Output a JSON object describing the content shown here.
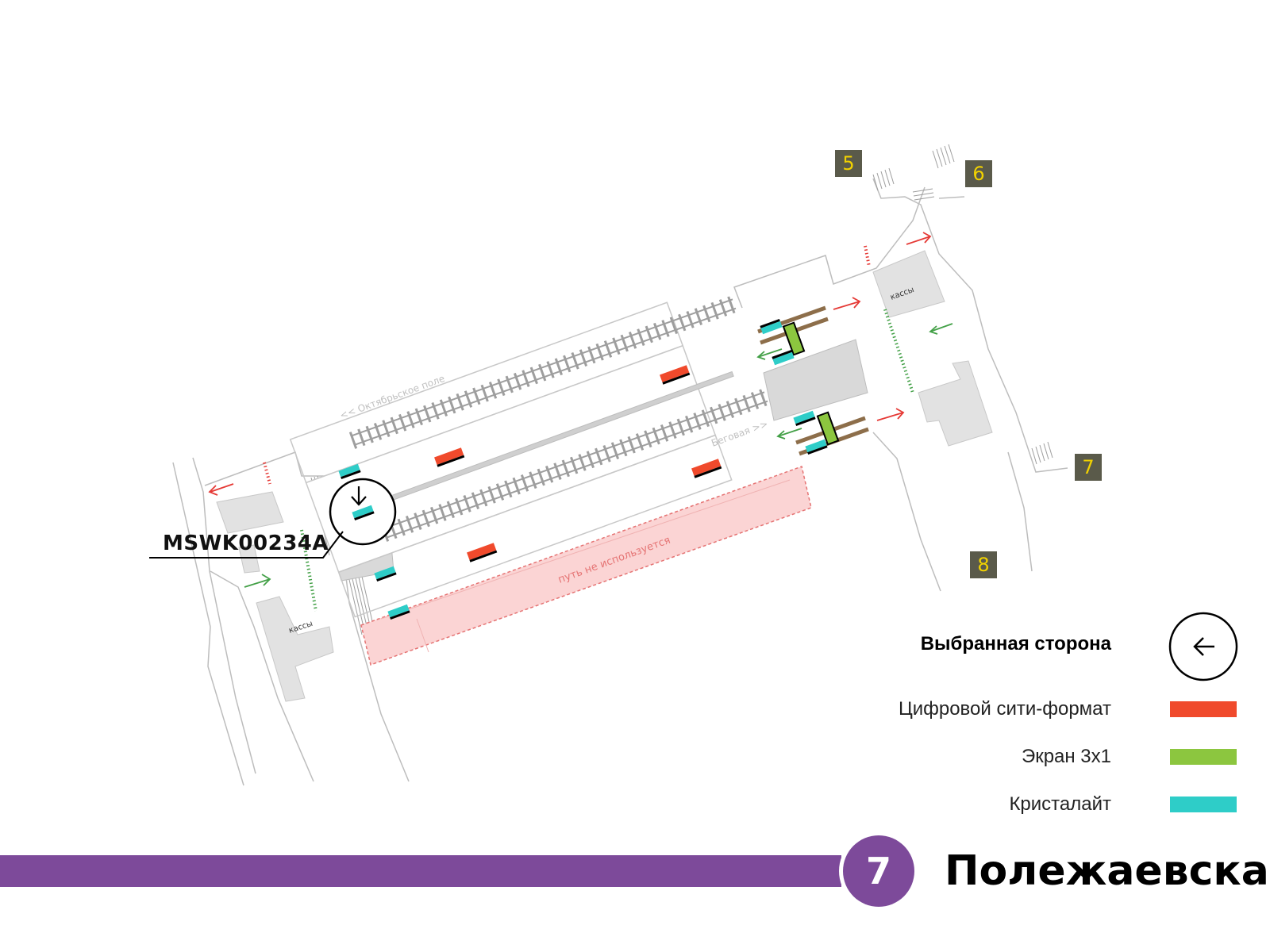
{
  "station": {
    "name": "Полежаевская",
    "line_number": "7",
    "line_color": "#7d4a9a"
  },
  "selected_code": "MSWK00234A",
  "exits": [
    "5",
    "6",
    "7",
    "8"
  ],
  "labels": {
    "tickets_a": "кассы",
    "tickets_b": "кассы",
    "direction_left": "<< Октябрьское поле",
    "direction_right": "Беговая >>",
    "unused_track": "путь не используется"
  },
  "legend": {
    "selected_side": "Выбранная сторона",
    "items": [
      {
        "label": "Цифровой сити-формат",
        "color": "#f04a2c"
      },
      {
        "label": "Экран 3x1",
        "color": "#8cc63f"
      },
      {
        "label": "Кристалайт",
        "color": "#2ecdc8"
      }
    ]
  },
  "colors": {
    "arrow_exit": "#e53935",
    "arrow_entry": "#43a047",
    "unused_zone": "#fbd4d4",
    "structure_fill": "#e8e8e8"
  },
  "icons": [
    "arrow-down-icon",
    "arrow-left-icon"
  ]
}
